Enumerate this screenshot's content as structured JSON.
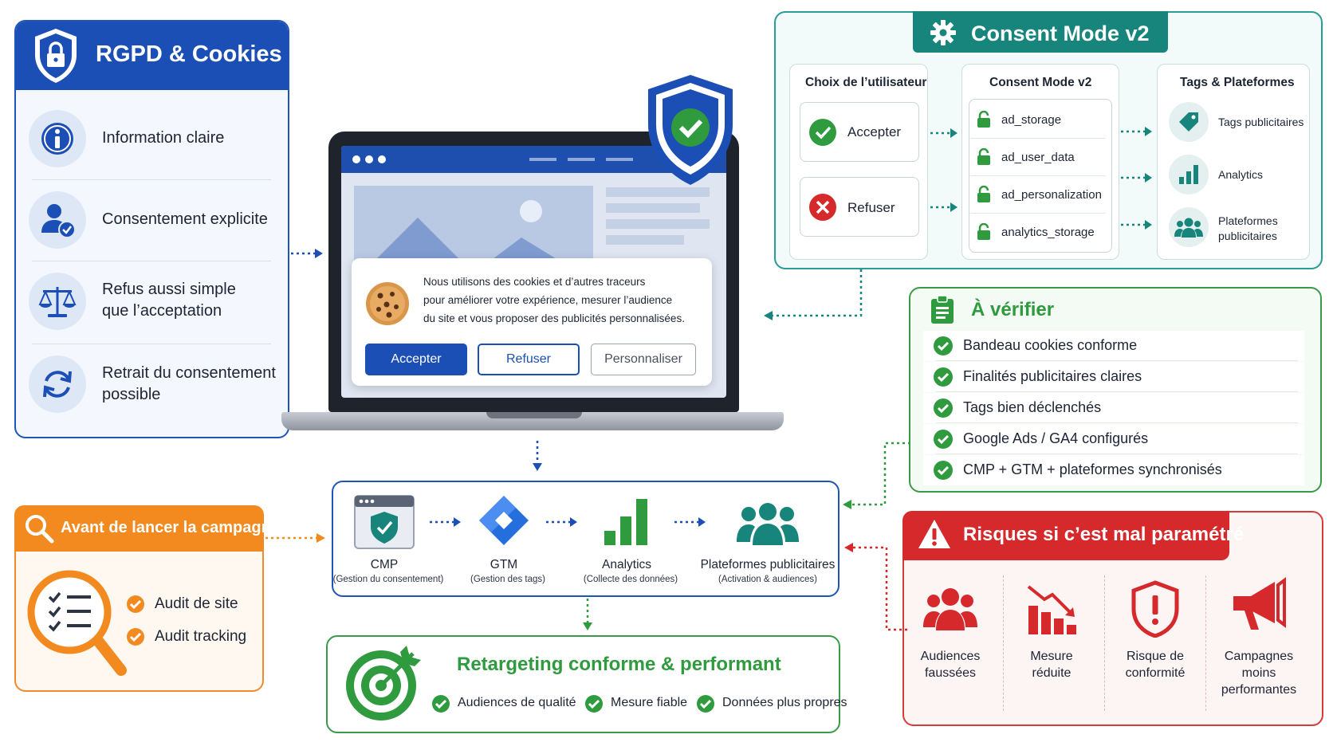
{
  "rgpd": {
    "title": "RGPD & Cookies",
    "items": [
      {
        "icon": "info-icon",
        "label_l1": "Information claire",
        "label_l2": ""
      },
      {
        "icon": "user-check-icon",
        "label_l1": "Consentement explicite",
        "label_l2": ""
      },
      {
        "icon": "balance-scale-icon",
        "label_l1": "Refus aussi simple",
        "label_l2": "que l’acceptation"
      },
      {
        "icon": "refresh-icon",
        "label_l1": "Retrait du consentement",
        "label_l2": "possible"
      }
    ]
  },
  "cookie_banner": {
    "line1": "Nous utilisons des cookies et d’autres traceurs",
    "line2": "pour améliorer votre expérience, mesurer l’audience",
    "line3": "du site et vous proposer des publicités personnalisées.",
    "accept": "Accepter",
    "refuse": "Refuser",
    "customize": "Personnaliser"
  },
  "consent_mode": {
    "title": "Consent Mode v2",
    "col1_title": "Choix de l’utilisateur",
    "col2_title": "Consent Mode v2",
    "col3_title": "Tags & Plateformes",
    "accept": "Accepter",
    "refuse": "Refuser",
    "params": [
      "ad_storage",
      "ad_user_data",
      "ad_personalization",
      "analytics_storage"
    ],
    "tags": [
      {
        "icon": "tag-icon",
        "l1": "Tags publicitaires",
        "l2": ""
      },
      {
        "icon": "bar-chart-icon",
        "l1": "Analytics",
        "l2": ""
      },
      {
        "icon": "users-icon",
        "l1": "Plateformes",
        "l2": "publicitaires"
      }
    ]
  },
  "verifier": {
    "title": "À vérifier",
    "items": [
      "Bandeau cookies conforme",
      "Finalités publicitaires claires",
      "Tags bien déclenchés",
      "Google Ads / GA4 configurés",
      "CMP + GTM + plateformes synchronisés"
    ]
  },
  "risques": {
    "title": "Risques si c’est mal paramétré",
    "items": [
      {
        "icon": "users-icon",
        "l1": "Audiences",
        "l2": "faussées",
        "l3": ""
      },
      {
        "icon": "declining-chart-icon",
        "l1": "Mesure",
        "l2": "réduite",
        "l3": ""
      },
      {
        "icon": "warning-shield-icon",
        "l1": "Risque de",
        "l2": "conformité",
        "l3": ""
      },
      {
        "icon": "megaphone-icon",
        "l1": "Campagnes",
        "l2": "moins",
        "l3": "performantes"
      }
    ]
  },
  "avant": {
    "title": "Avant de lancer la campagne",
    "items": [
      "Audit de site",
      "Audit tracking"
    ]
  },
  "flow": {
    "steps": [
      {
        "icon": "shield-window-icon",
        "label": "CMP",
        "sub": "(Gestion du consentement)"
      },
      {
        "icon": "gtm-icon",
        "label": "GTM",
        "sub": "(Gestion des tags)"
      },
      {
        "icon": "bar-chart-icon",
        "label": "Analytics",
        "sub": "(Collecte des données)"
      },
      {
        "icon": "users-icon",
        "label": "Plateformes publicitaires",
        "sub": "(Activation & audiences)"
      }
    ]
  },
  "retargeting": {
    "title": "Retargeting conforme & performant",
    "items": [
      "Audiences de qualité",
      "Mesure fiable",
      "Données plus propres"
    ]
  },
  "colors": {
    "blue": "#1b4fb5",
    "teal": "#17857b",
    "green": "#2f9a3e",
    "red": "#d5292c",
    "orange": "#f28a1f"
  }
}
